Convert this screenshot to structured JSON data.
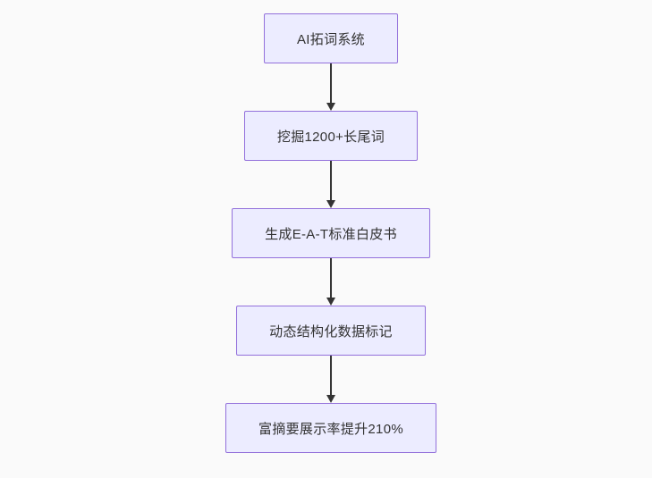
{
  "page": {
    "background_color": "#fafafa"
  },
  "flowchart": {
    "direction": "top-down",
    "node_fill_color": "#ececff",
    "node_border_color": "#9370db",
    "text_color": "#333333",
    "arrow_color": "#333333",
    "nodes": [
      {
        "label": "AI拓词系统"
      },
      {
        "label": "挖掘1200+长尾词"
      },
      {
        "label": "生成E-A-T标准白皮书"
      },
      {
        "label": "动态结构化数据标记"
      },
      {
        "label": "富摘要展示率提升210%"
      }
    ]
  }
}
